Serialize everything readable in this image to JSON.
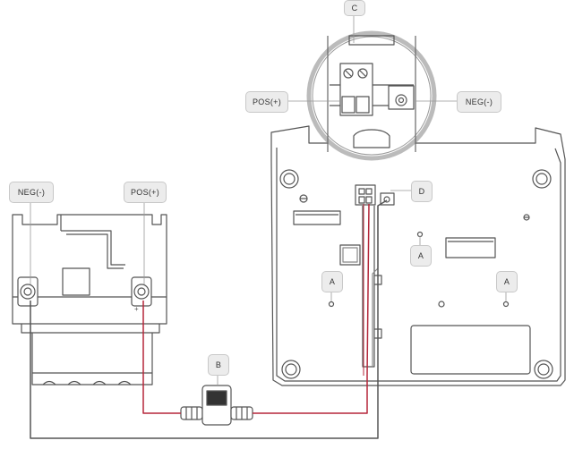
{
  "labels": {
    "c": "C",
    "pos_inset": "POS(+)",
    "neg_inset": "NEG(-)",
    "d": "D",
    "a_center": "A",
    "a_left": "A",
    "a_right": "A",
    "b": "B",
    "neg_battery": "NEG(-)",
    "pos_battery": "POS(+)"
  },
  "colors": {
    "wire_positive": "#b5273a",
    "wire_negative": "#555555",
    "outline": "#555555",
    "callout_fill": "#ececec"
  }
}
